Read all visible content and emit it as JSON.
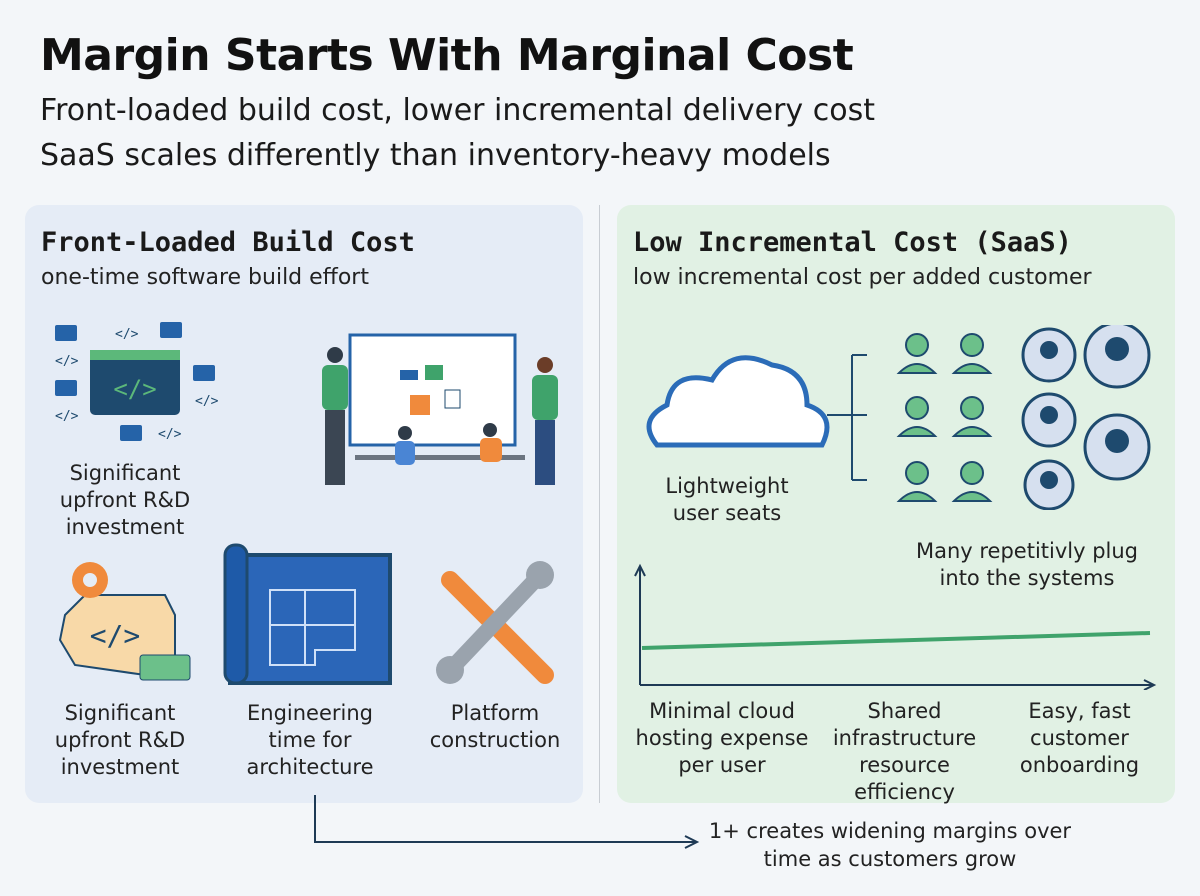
{
  "title": "Margin Starts With Marginal Cost",
  "subtitle_1": "Front-loaded build cost, lower incremental delivery cost",
  "subtitle_2": "SaaS scales differently than inventory-heavy models",
  "left_panel": {
    "heading": "Front-Loaded Build Cost",
    "subheading": "one-time software build effort",
    "captions": [
      "Significant upfront R&D investment",
      "Significant upfront R&D investment",
      "Engineering time for architecture",
      "Platform construction"
    ]
  },
  "right_panel": {
    "heading": "Low Incremental Cost (SaaS)",
    "subheading": "low incremental cost per added customer",
    "cloud_caption": "Lightweight user seats",
    "users_caption": "Many repetitivly plug into the systems",
    "captions": [
      "Minimal cloud hosting expense per user",
      "Shared infrastructure resource efficiency",
      "Easy, fast customer onboarding"
    ]
  },
  "footer": "1+ creates widening margins over time as customers grow",
  "colors": {
    "blue": "#2563a8",
    "navy": "#1e4a6e",
    "green": "#5cb87a",
    "orange": "#f08a3c",
    "left_bg": "#e5ecf6",
    "right_bg": "#e1f1e4"
  }
}
